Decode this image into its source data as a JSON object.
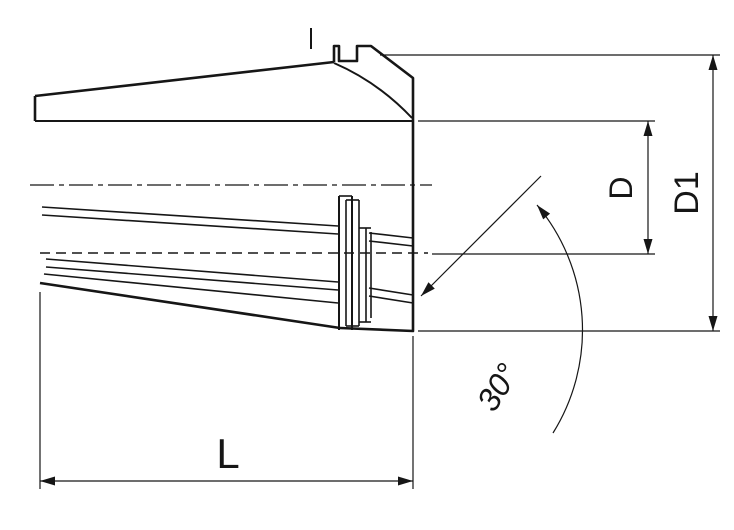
{
  "theme": {
    "ink": "#161616",
    "background": "#ffffff"
  },
  "diagram": {
    "type": "technical-drawing",
    "subject": "ER collet, side elevation with dimension callouts",
    "dimensions": {
      "length": {
        "label": "L"
      },
      "bore_diameter": {
        "label": "D"
      },
      "outer_diameter": {
        "label": "D1"
      },
      "nose_angle": {
        "label": "30°"
      }
    }
  }
}
